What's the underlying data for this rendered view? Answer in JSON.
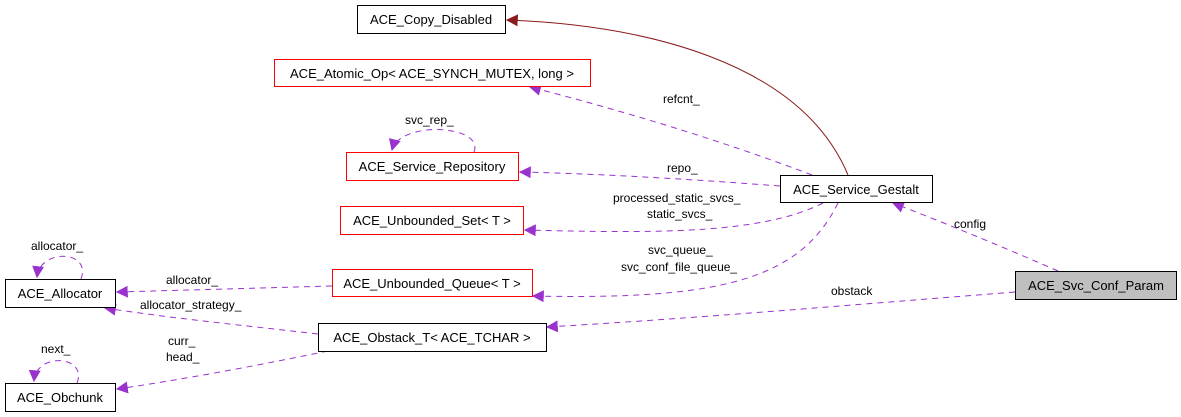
{
  "diagram": {
    "title": "Collaboration diagram for ACE_Svc_Conf_Param",
    "colors": {
      "normal_border": "#000000",
      "incomplete_border": "#ff0000",
      "focus_fill": "#bfbfbf",
      "node_fill": "#ffffff",
      "usage_edge": "#9a32cd",
      "inherit_edge": "#8b1a1a"
    },
    "nodes": [
      {
        "id": "copy_disabled",
        "label": "ACE_Copy_Disabled",
        "kind": "normal"
      },
      {
        "id": "atomic_op",
        "label": "ACE_Atomic_Op< ACE_SYNCH_MUTEX, long >",
        "kind": "incomplete"
      },
      {
        "id": "service_repository",
        "label": "ACE_Service_Repository",
        "kind": "incomplete"
      },
      {
        "id": "unbounded_set",
        "label": "ACE_Unbounded_Set< T >",
        "kind": "incomplete"
      },
      {
        "id": "unbounded_queue",
        "label": "ACE_Unbounded_Queue< T >",
        "kind": "incomplete"
      },
      {
        "id": "service_gestalt",
        "label": "ACE_Service_Gestalt",
        "kind": "normal"
      },
      {
        "id": "svc_conf_param",
        "label": "ACE_Svc_Conf_Param",
        "kind": "focus"
      },
      {
        "id": "allocator",
        "label": "ACE_Allocator",
        "kind": "normal"
      },
      {
        "id": "obstack",
        "label": "ACE_Obstack_T< ACE_TCHAR >",
        "kind": "normal"
      },
      {
        "id": "obchunk",
        "label": "ACE_Obchunk",
        "kind": "normal"
      }
    ],
    "edges": [
      {
        "from": "service_gestalt",
        "to": "copy_disabled",
        "type": "inheritance",
        "labels": []
      },
      {
        "from": "service_gestalt",
        "to": "atomic_op",
        "type": "usage",
        "labels": [
          "refcnt_"
        ]
      },
      {
        "from": "service_repository",
        "to": "service_repository",
        "type": "usage",
        "labels": [
          "svc_rep_"
        ]
      },
      {
        "from": "service_gestalt",
        "to": "service_repository",
        "type": "usage",
        "labels": [
          "repo_"
        ]
      },
      {
        "from": "service_gestalt",
        "to": "unbounded_set",
        "type": "usage",
        "labels": [
          "processed_static_svcs_",
          "static_svcs_"
        ]
      },
      {
        "from": "service_gestalt",
        "to": "unbounded_queue",
        "type": "usage",
        "labels": [
          "svc_queue_",
          "svc_conf_file_queue_"
        ]
      },
      {
        "from": "svc_conf_param",
        "to": "service_gestalt",
        "type": "usage",
        "labels": [
          "config"
        ]
      },
      {
        "from": "svc_conf_param",
        "to": "obstack",
        "type": "usage",
        "labels": [
          "obstack"
        ]
      },
      {
        "from": "allocator",
        "to": "allocator",
        "type": "usage",
        "labels": [
          "allocator_"
        ]
      },
      {
        "from": "unbounded_queue",
        "to": "allocator",
        "type": "usage",
        "labels": [
          "allocator_"
        ]
      },
      {
        "from": "obstack",
        "to": "allocator",
        "type": "usage",
        "labels": [
          "allocator_strategy_"
        ]
      },
      {
        "from": "obchunk",
        "to": "obchunk",
        "type": "usage",
        "labels": [
          "next_"
        ]
      },
      {
        "from": "obstack",
        "to": "obchunk",
        "type": "usage",
        "labels": [
          "curr_",
          "head_"
        ]
      }
    ]
  }
}
